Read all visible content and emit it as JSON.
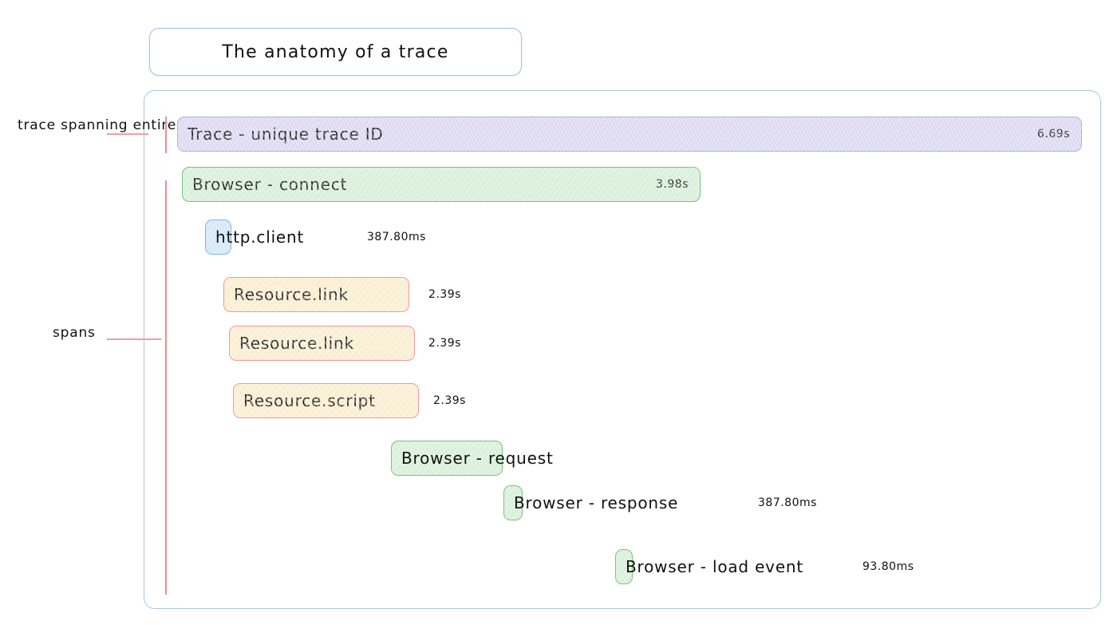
{
  "title": {
    "text": "The anatomy of a trace"
  },
  "annotations": [
    {
      "id": "trace-annotation",
      "label": "trace spanning entire operation"
    },
    {
      "id": "spans-annotation",
      "label": "spans"
    }
  ],
  "colors": {
    "frame_border": "#a9c6e8",
    "trace_fill": "#ddd9f4",
    "trace_border": "#9fb9e0",
    "browser_fill": "#d8f1d9",
    "browser_border": "#76c47e",
    "http_fill": "#d4e8fb",
    "http_border": "#7fb4e4",
    "resource_fill": "#fdf0cf",
    "resource_border": "#f2979c",
    "annotation_line": "#f29da4"
  },
  "waterfall": {
    "rows": [
      {
        "name": "Trace - unique trace ID",
        "duration": "6.69s",
        "duration_position": "inside",
        "kind": "trace"
      },
      {
        "name": "Browser - connect",
        "duration": "3.98s",
        "duration_position": "inside",
        "kind": "browser"
      },
      {
        "name": "http.client",
        "duration": "387.80ms",
        "duration_position": "outside",
        "kind": "http"
      },
      {
        "name": "Resource.link",
        "duration": "2.39s",
        "duration_position": "outside",
        "kind": "resource"
      },
      {
        "name": "Resource.link",
        "duration": "2.39s",
        "duration_position": "outside",
        "kind": "resource"
      },
      {
        "name": "Resource.script",
        "duration": "2.39s",
        "duration_position": "outside",
        "kind": "resource"
      },
      {
        "name": "Browser - request",
        "duration": "",
        "duration_position": "none",
        "kind": "browser"
      },
      {
        "name": "Browser - response",
        "duration": "387.80ms",
        "duration_position": "outside",
        "kind": "browser"
      },
      {
        "name": "Browser - load event",
        "duration": "93.80ms",
        "duration_position": "outside",
        "kind": "browser"
      }
    ]
  }
}
